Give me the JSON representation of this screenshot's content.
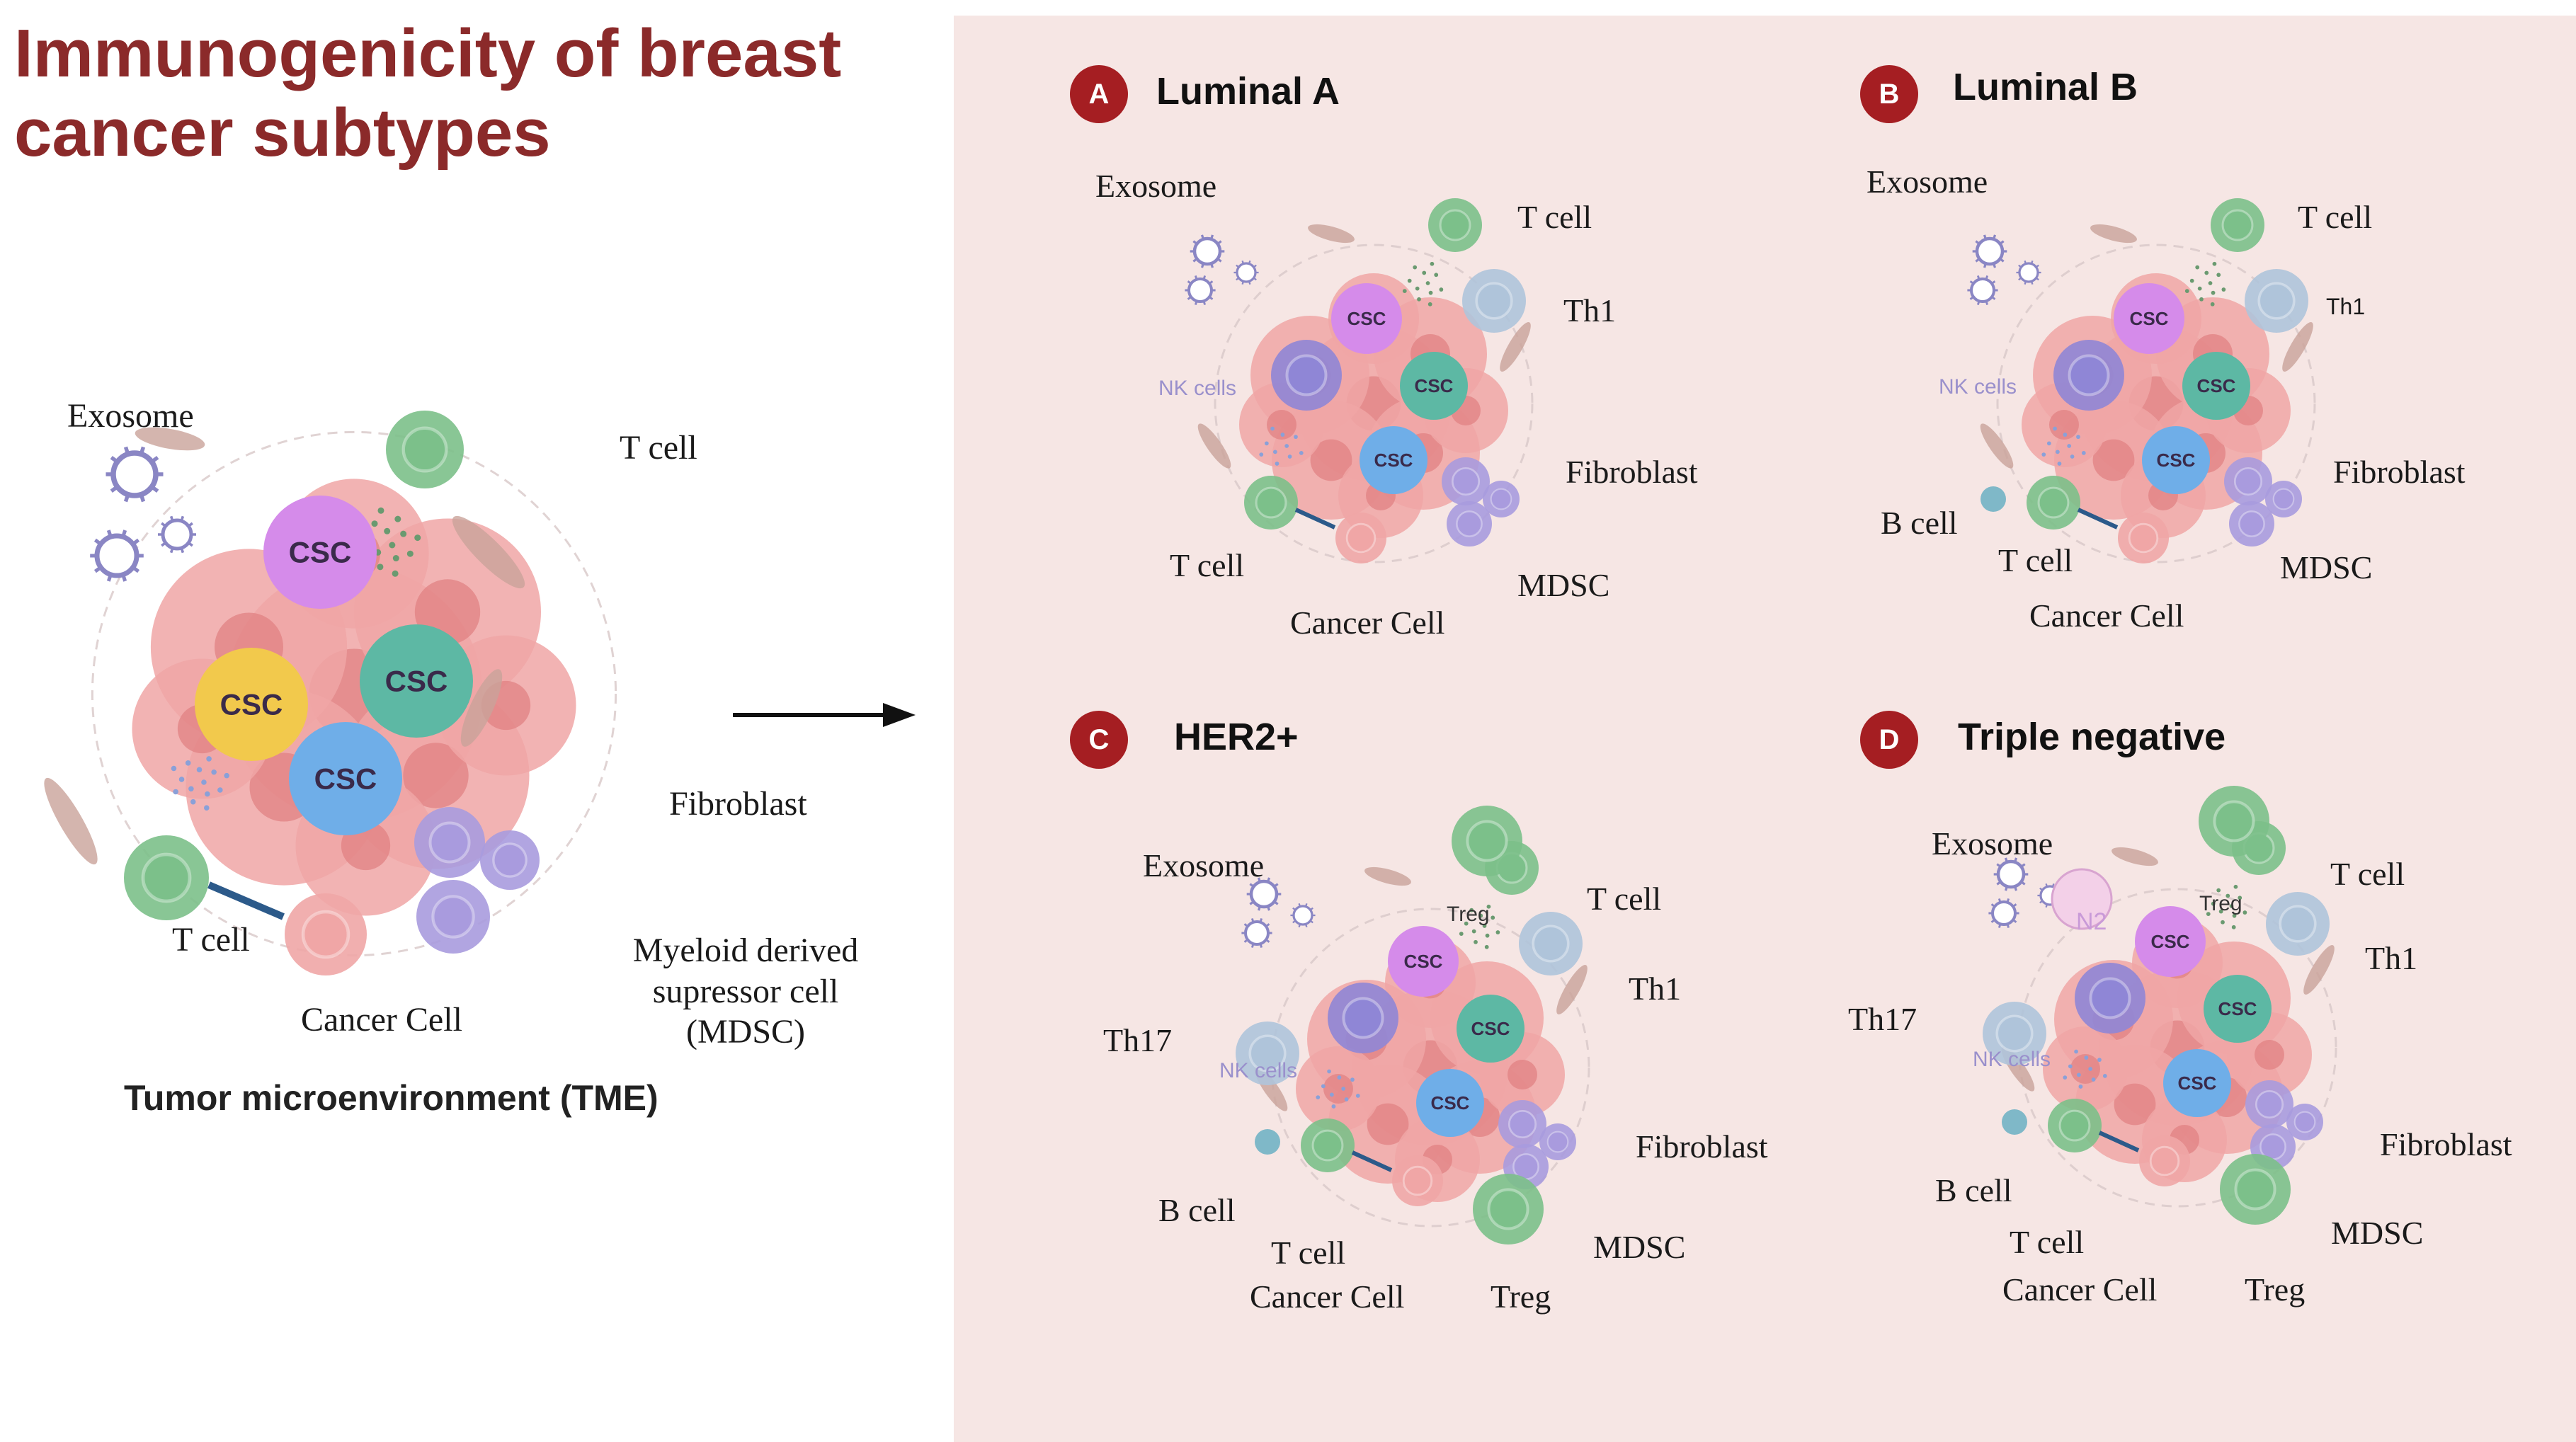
{
  "title": {
    "line1": "Immunogenicity of breast",
    "line2": "cancer subtypes"
  },
  "tme": {
    "caption": "Tumor microenvironment (TME)",
    "labels": {
      "exosome": "Exosome",
      "t_cell_top": "T cell",
      "fibroblast": "Fibroblast",
      "t_cell_bottom": "T cell",
      "cancer_cell": "Cancer Cell",
      "mdsc_line1": "Myeloid derived",
      "mdsc_line2": "supressor cell",
      "mdsc_line3": "(MDSC)"
    },
    "csc_label": "CSC"
  },
  "subtypes": {
    "a": {
      "letter": "A",
      "name": "Luminal A",
      "labels": {
        "exosome": "Exosome",
        "t_cell_top": "T cell",
        "th1": "Th1",
        "nk": "NK cells",
        "fibroblast": "Fibroblast",
        "t_cell_bottom": "T cell",
        "mdsc": "MDSC",
        "cancer_cell": "Cancer Cell"
      }
    },
    "b": {
      "letter": "B",
      "name": "Luminal B",
      "labels": {
        "exosome": "Exosome",
        "t_cell_top": "T cell",
        "th1": "Th1",
        "nk": "NK cells",
        "fibroblast": "Fibroblast",
        "b_cell": "B cell",
        "t_cell_bottom": "T cell",
        "mdsc": "MDSC",
        "cancer_cell": "Cancer Cell"
      }
    },
    "c": {
      "letter": "C",
      "name": "HER2+",
      "labels": {
        "exosome": "Exosome",
        "treg_top": "Treg",
        "t_cell_top": "T cell",
        "th1": "Th1",
        "th17": "Th17",
        "nk": "NK cells",
        "fibroblast": "Fibroblast",
        "b_cell": "B cell",
        "t_cell_bottom": "T cell",
        "mdsc": "MDSC",
        "cancer_cell": "Cancer Cell",
        "treg_bottom": "Treg"
      }
    },
    "d": {
      "letter": "D",
      "name": "Triple negative",
      "labels": {
        "exosome": "Exosome",
        "n2": "N2",
        "treg_top": "Treg",
        "t_cell_top": "T cell",
        "th1": "Th1",
        "th17": "Th17",
        "nk": "NK cells",
        "fibroblast": "Fibroblast",
        "b_cell": "B cell",
        "t_cell_bottom": "T cell",
        "mdsc": "MDSC",
        "cancer_cell": "Cancer Cell",
        "treg_bottom": "Treg"
      }
    }
  },
  "colors": {
    "title": "#8B2A2A",
    "panel_bg": "#F6E6E4",
    "badge": "#A51E22",
    "cancer_cell": "#F0A6A6",
    "csc_purple": "#D58BEA",
    "csc_teal": "#5DB8A4",
    "csc_blue": "#6FAEE8",
    "csc_yellow": "#F2C94C",
    "t_cell": "#7CC08A",
    "mdsc": "#A99BDE",
    "th1": "#AFC4DA",
    "exosome": "#8A86C4",
    "fibroblast": "#C9A29A"
  }
}
